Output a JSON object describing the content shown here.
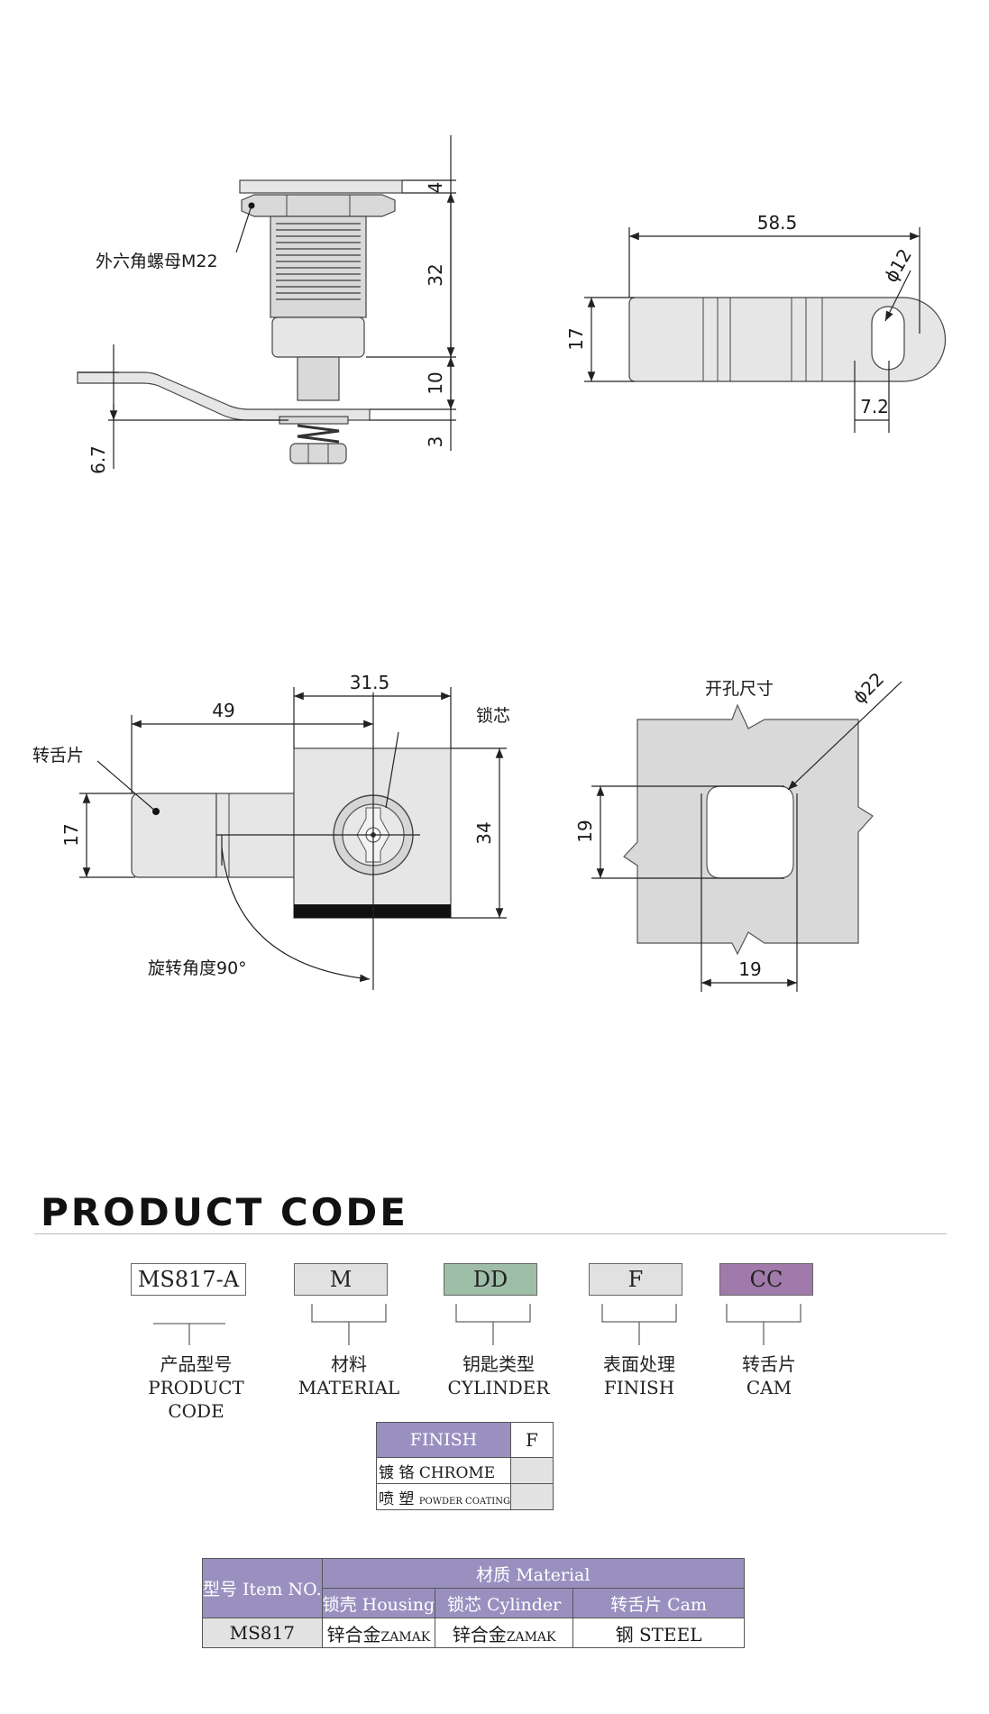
{
  "side_view": {
    "nut_label": "外六角螺母M22",
    "dims": [
      "4",
      "32",
      "10",
      "3",
      "6.7"
    ]
  },
  "cam_view": {
    "dims": [
      "58.5",
      "17",
      "7.2"
    ],
    "hole_dia": "ϕ12"
  },
  "front_view": {
    "cam_label": "转舌片",
    "cylinder_label": "锁芯",
    "rotation_label": "旋转角度90°",
    "dims": [
      "49",
      "31.5",
      "17",
      "34"
    ]
  },
  "cutout_view": {
    "title": "开孔尺寸",
    "dia": "ϕ22",
    "dims": [
      "19",
      "19"
    ]
  },
  "product_code": {
    "title": "PRODUCT CODE",
    "boxes": [
      {
        "value": "MS817-A",
        "cn": "产品型号",
        "en": "PRODUCT CODE",
        "color": "#ffffff"
      },
      {
        "value": "M",
        "cn": "材料",
        "en": "MATERIAL",
        "color": "#e1e1e1"
      },
      {
        "value": "DD",
        "cn": "钥匙类型",
        "en": "CYLINDER",
        "color": "#9fbea8"
      },
      {
        "value": "F",
        "cn": "表面处理",
        "en": "FINISH",
        "color": "#e1e1e1"
      },
      {
        "value": "CC",
        "cn": "转舌片",
        "en": "CAM",
        "color": "#a07aaa"
      }
    ]
  },
  "finish_table": {
    "header": "FINISH",
    "code_header": "F",
    "rows": [
      {
        "cn": "镀 铬",
        "en": "CHROME"
      },
      {
        "cn": "喷 塑",
        "en": "POWDER COATING"
      }
    ]
  },
  "material_table": {
    "col_model": "型号 Item NO.",
    "group_header": "材质 Material",
    "cols": [
      "锁壳 Housing",
      "锁芯 Cylinder",
      "转舌片 Cam"
    ],
    "row": {
      "model": "MS817",
      "housing_cn": "锌合金",
      "housing_en": "ZAMAK",
      "cylinder_cn": "锌合金",
      "cylinder_en": "ZAMAK",
      "cam": "钢 STEEL"
    }
  }
}
